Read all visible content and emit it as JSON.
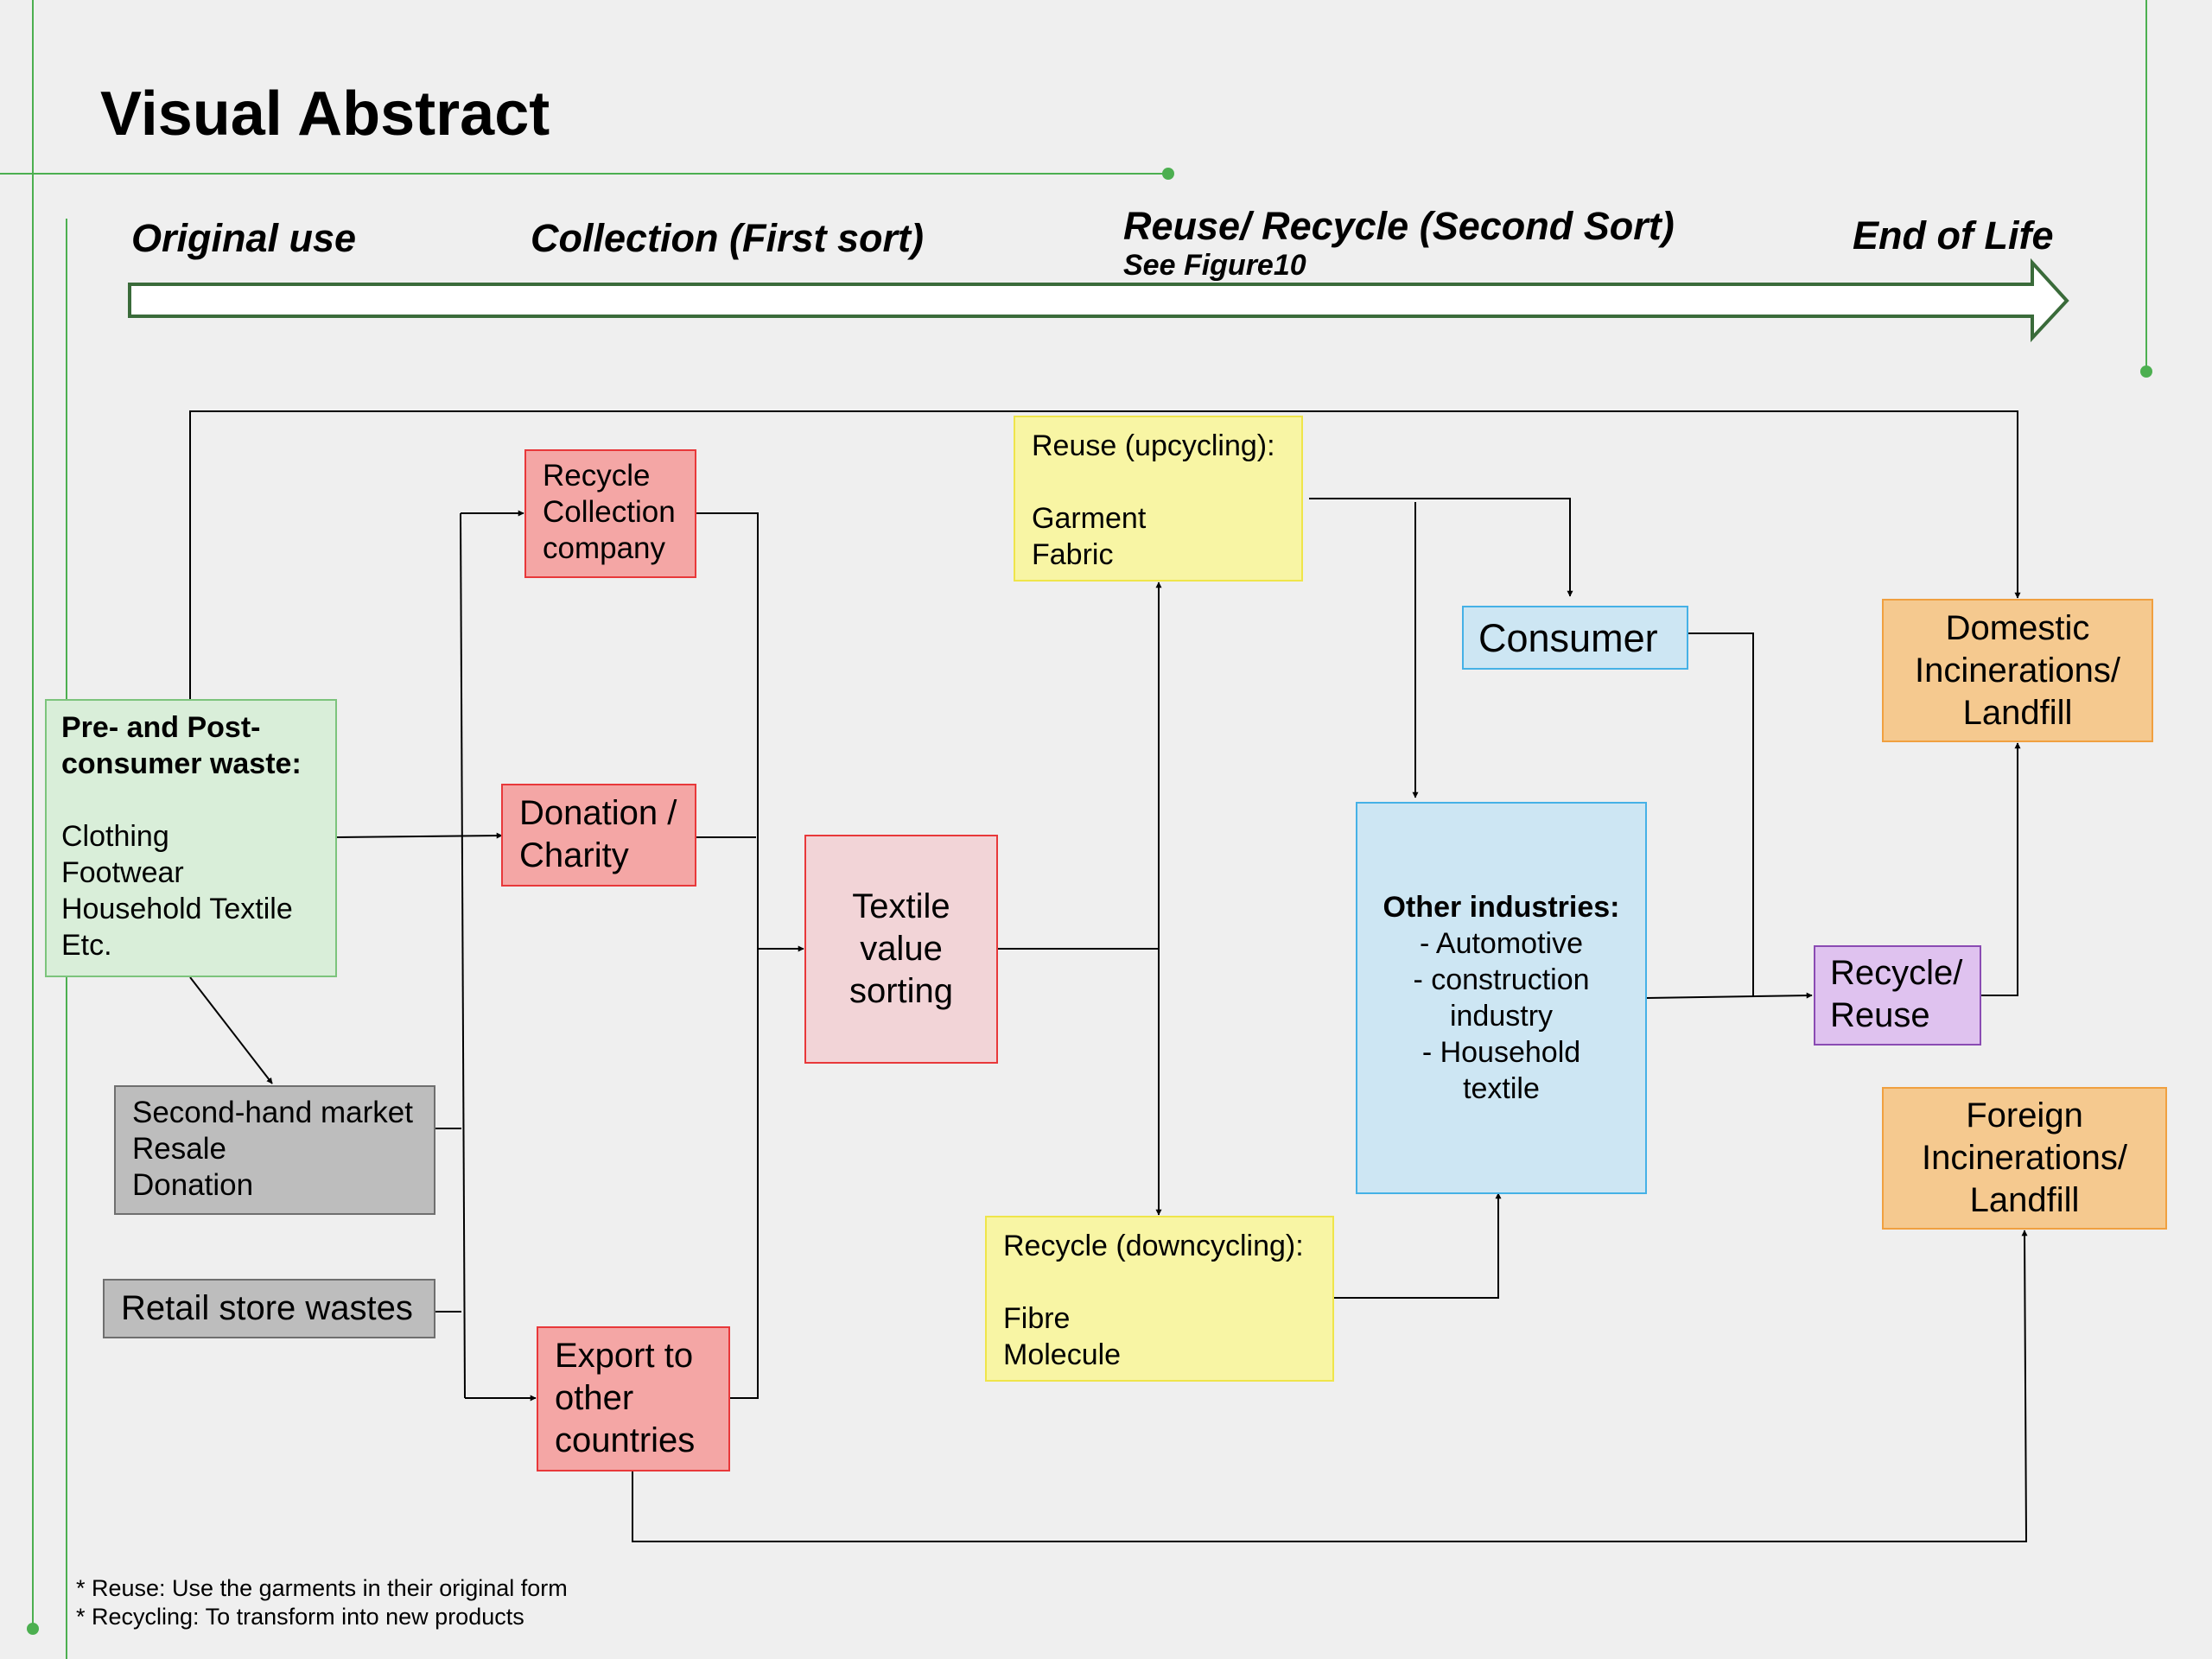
{
  "title": "Visual Abstract",
  "stages": {
    "original_use": "Original use",
    "collection": "Collection (First sort)",
    "reuse_recycle": "Reuse/ Recycle (Second Sort)",
    "reuse_recycle_note": "See Figure10",
    "end_of_life": "End of Life"
  },
  "nodes": {
    "waste": {
      "heading_lines": [
        "Pre- and Post-",
        "consumer waste:"
      ],
      "items": [
        "Clothing",
        "Footwear",
        "Household Textile",
        "Etc."
      ]
    },
    "second_hand": {
      "lines": [
        "Second-hand market",
        "Resale",
        "Donation"
      ]
    },
    "retail": {
      "label": "Retail store wastes"
    },
    "recycle_collection": {
      "lines": [
        "Recycle",
        "Collection",
        "company"
      ]
    },
    "donation": {
      "lines": [
        "Donation /",
        "Charity"
      ]
    },
    "export": {
      "lines": [
        "Export to",
        "other",
        "countries"
      ]
    },
    "sorting": {
      "lines": [
        "Textile",
        "value",
        "sorting"
      ]
    },
    "upcycling": {
      "heading": "Reuse (upcycling):",
      "items": [
        "Garment",
        "Fabric"
      ]
    },
    "downcycling": {
      "heading": "Recycle (downcycling):",
      "items": [
        "Fibre",
        "Molecule"
      ]
    },
    "consumer": {
      "label": "Consumer"
    },
    "other_industries": {
      "heading": "Other industries:",
      "lines": [
        "- Automotive",
        "- construction",
        "industry",
        "- Household",
        "textile"
      ]
    },
    "recycle_reuse": {
      "lines": [
        "Recycle/",
        "Reuse"
      ]
    },
    "domestic": {
      "lines": [
        "Domestic",
        "Incinerations/",
        "Landfill"
      ]
    },
    "foreign": {
      "lines": [
        "Foreign",
        "Incinerations/",
        "Landfill"
      ]
    }
  },
  "footnotes": [
    "* Reuse: Use the garments in their original form",
    "* Recycling: To transform into new products"
  ],
  "colors": {
    "accent_green": "#4caf50",
    "timeline_arrow": "#3a6b3a"
  }
}
